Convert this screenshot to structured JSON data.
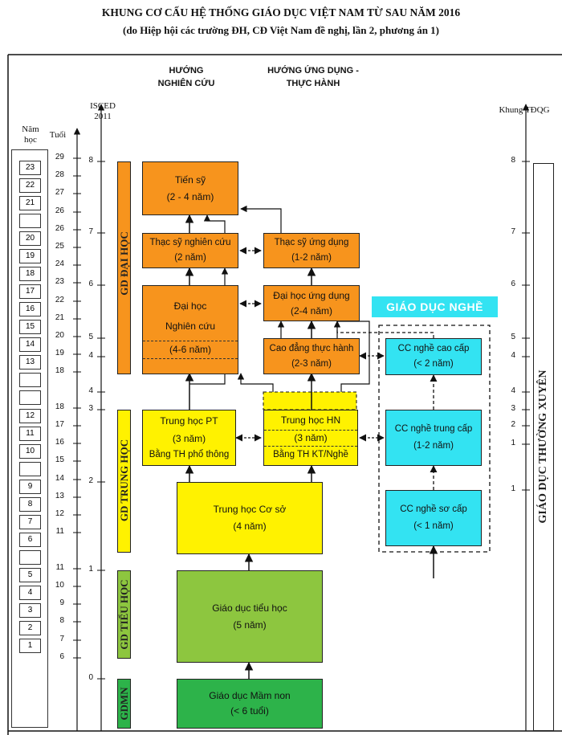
{
  "title": "KHUNG CƠ CẤU HỆ THỐNG GIÁO DỤC VIỆT NAM TỪ SAU NĂM 2016",
  "subtitle": "(do Hiệp hội các trường ĐH, CĐ Việt Nam đề nghị, lần 2, phương án 1)",
  "headers": {
    "research": "HƯỚNG\nNGHIÊN CỨU",
    "applied": "HƯỚNG ỨNG DỤNG -\nTHỰC HÀNH"
  },
  "axis_labels": {
    "isced": "ISCED\n2011",
    "tdqg": "Khung TĐQG",
    "year": "Năm\nhọc",
    "age": "Tuổi"
  },
  "level_labels": {
    "dai_hoc": "GD ĐẠI HỌC",
    "trung_hoc": "GD TRUNG HỌC",
    "tieu_hoc": "GD TIỂU HỌC",
    "mam_non": "GDMN",
    "thuong_xuyen": "GIÁO DỤC THƯỜNG XUYÊN",
    "nghe": "GIÁO DỤC NGHỀ"
  },
  "boxes": {
    "tien_sy": {
      "l1": "Tiến sỹ",
      "l2": "(2 - 4 năm)"
    },
    "thac_sy_nc": {
      "l1": "Thạc sỹ nghiên cứu",
      "l2": "(2 năm)"
    },
    "thac_sy_ud": {
      "l1": "Thạc sỹ ứng dụng",
      "l2": "(1-2 năm)"
    },
    "dai_hoc_nc": {
      "l1": "Đại học",
      "l2": "Nghiên cứu",
      "l3": "(4-6 năm)"
    },
    "dai_hoc_ud": {
      "l1": "Đại học ứng dụng",
      "l2": "(2-4 năm)"
    },
    "cao_dang": {
      "l1": "Cao đẳng thực hành",
      "l2": "(2-3 năm)"
    },
    "trung_hoc_pt": {
      "l1": "Trung học PT",
      "l2": "(3 năm)",
      "l3": "Bằng TH phổ thông"
    },
    "trung_hoc_hn": {
      "l1": "Trung học HN",
      "l2": "(3 năm)",
      "l3": "Bằng TH KT/Nghề"
    },
    "thcs": {
      "l1": "Trung học Cơ sở",
      "l2": "(4 năm)"
    },
    "tieu_hoc": {
      "l1": "Giáo dục tiểu học",
      "l2": "(5 năm)"
    },
    "mam_non": {
      "l1": "Giáo dục Mầm non",
      "l2": "(< 6 tuổi)"
    },
    "cc_cao_cap": {
      "l1": "CC nghề cao cấp",
      "l2": "(< 2 năm)"
    },
    "cc_trung_cap": {
      "l1": "CC nghề trung cấp",
      "l2": "(1-2 năm)"
    },
    "cc_so_cap": {
      "l1": "CC nghề sơ cấp",
      "l2": "(< 1 năm)"
    }
  },
  "isced_ticks": [
    "8",
    "7",
    "6",
    "5",
    "4",
    "4",
    "3",
    "2",
    "1",
    "0"
  ],
  "tdqg_ticks": [
    "8",
    "7",
    "6",
    "5",
    "4",
    "4",
    "3",
    "2",
    "1",
    "1"
  ],
  "ages": [
    "29",
    "28",
    "27",
    "26",
    "26",
    "25",
    "24",
    "23",
    "22",
    "21",
    "20",
    "19",
    "18",
    "18",
    "17",
    "16",
    "15",
    "14",
    "13",
    "12",
    "11",
    "11",
    "10",
    "9",
    "8",
    "7",
    "6"
  ],
  "years": [
    "23",
    "22",
    "21",
    "",
    "20",
    "19",
    "18",
    "17",
    "16",
    "15",
    "14",
    "13",
    "",
    "",
    "12",
    "11",
    "10",
    "",
    "9",
    "8",
    "7",
    "6",
    "",
    "5",
    "4",
    "3",
    "2",
    "1"
  ]
}
